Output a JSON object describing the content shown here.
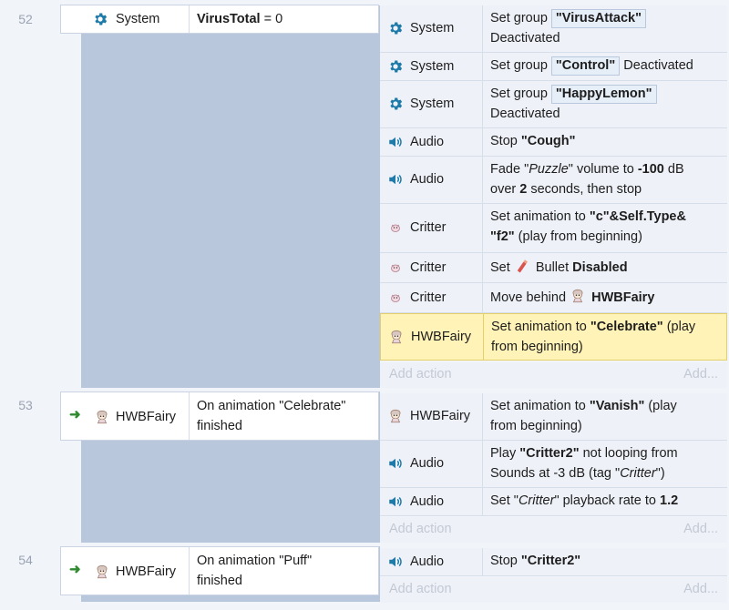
{
  "events": [
    {
      "number": "52",
      "condition_object": "System",
      "condition_variable": "VirusTotal",
      "condition_op": " = 0",
      "actions": [
        {
          "object": "System",
          "icon": "gear-icon",
          "parts": {
            "a": "Set group ",
            "g": "\"VirusAttack\"",
            "b": "Deactivated"
          }
        },
        {
          "object": "System",
          "icon": "gear-icon",
          "parts": {
            "a": "Set group ",
            "g": "\"Control\"",
            "b": " Deactivated"
          }
        },
        {
          "object": "System",
          "icon": "gear-icon",
          "parts": {
            "a": "Set group ",
            "g": "\"HappyLemon\"",
            "b": "Deactivated"
          }
        },
        {
          "object": "Audio",
          "icon": "speaker-icon",
          "parts": {
            "a": "Stop ",
            "b": "\"Cough\""
          }
        },
        {
          "object": "Audio",
          "icon": "speaker-icon",
          "parts": {
            "a": "Fade \"",
            "i": "Puzzle",
            "b": "\" volume to ",
            "c": "-100",
            "d": " dB",
            "e": "over ",
            "f": "2",
            "g": " seconds, then stop"
          }
        },
        {
          "object": "Critter",
          "icon": "critter-icon",
          "parts": {
            "a": "Set animation to ",
            "b": "\"c\"&Self.Type&",
            "c": "\"f2\"",
            "d": " (play from beginning)"
          }
        },
        {
          "object": "Critter",
          "icon": "critter-icon",
          "parts": {
            "a": "Set ",
            "obj": "Bullet",
            "b": "Disabled"
          }
        },
        {
          "object": "Critter",
          "icon": "critter-icon",
          "parts": {
            "a": "Move behind ",
            "obj": "HWBFairy"
          }
        },
        {
          "object": "HWBFairy",
          "icon": "fairy-icon",
          "parts": {
            "a": "Set animation to ",
            "b": "\"Celebrate\"",
            "c": " (play",
            "d": "from beginning)"
          }
        }
      ],
      "add_action": "Add action",
      "add_more": "Add..."
    },
    {
      "number": "53",
      "condition_object": "HWBFairy",
      "condition_text_1": "On animation \"Celebrate\"",
      "condition_text_2": "finished",
      "actions": [
        {
          "object": "HWBFairy",
          "icon": "fairy-icon",
          "parts": {
            "a": "Set animation to ",
            "b": "\"Vanish\"",
            "c": " (play",
            "d": "from beginning)"
          }
        },
        {
          "object": "Audio",
          "icon": "speaker-icon",
          "parts": {
            "a": "Play ",
            "b": "\"Critter2\"",
            "c": " not looping from",
            "d": "Sounds at -3 dB (tag \"",
            "i": "Critter",
            "e": "\")"
          }
        },
        {
          "object": "Audio",
          "icon": "speaker-icon",
          "parts": {
            "a": "Set \"",
            "i": "Critter",
            "b": "\" playback rate to ",
            "c": "1.2"
          }
        }
      ],
      "add_action": "Add action",
      "add_more": "Add..."
    },
    {
      "number": "54",
      "condition_object": "HWBFairy",
      "condition_text_1": "On animation \"Puff\"",
      "condition_text_2": "finished",
      "actions": [
        {
          "object": "Audio",
          "icon": "speaker-icon",
          "parts": {
            "a": "Stop ",
            "b": "\"Critter2\""
          }
        }
      ],
      "add_action": "Add action",
      "add_more": "Add..."
    }
  ],
  "colors": {
    "block": "#b8c7dc",
    "highlight": "#fff3b8",
    "gear": "#1e7aa8",
    "arrow": "#2f8a2f"
  }
}
